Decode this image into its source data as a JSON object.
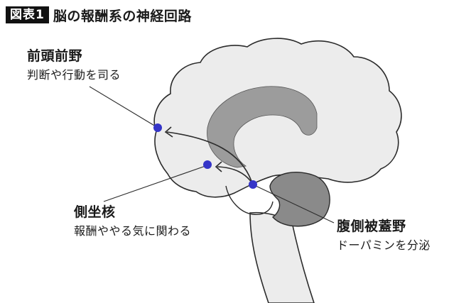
{
  "figure": {
    "badge": "図表1",
    "title": "脳の報酬系の神経回路"
  },
  "regions": {
    "prefrontal": {
      "name": "前頭前野",
      "desc": "判断や行動を司る"
    },
    "accumbens": {
      "name": "側坐核",
      "desc": "報酬ややる気に関わる"
    },
    "vta": {
      "name": "腹側被蓋野",
      "desc": "ドーパミンを分泌"
    }
  },
  "colors": {
    "brain_fill": "#ececec",
    "brain_outline": "#2b2b2b",
    "ventricle": "#9c9c9c",
    "cerebellum": "#8a8a8a",
    "node": "#3535c8"
  }
}
